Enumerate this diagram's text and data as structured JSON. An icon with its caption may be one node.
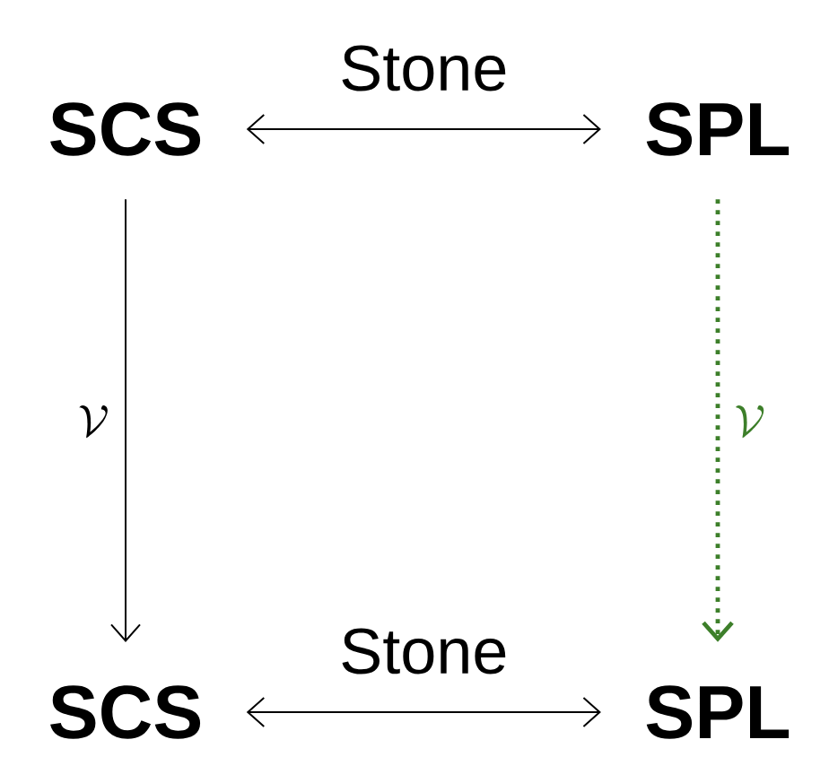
{
  "diagram": {
    "nodes": [
      {
        "text": [
          "SCS"
        ]
      },
      {
        "text": [
          "SPL"
        ]
      },
      {
        "text": [
          "SCS"
        ]
      },
      {
        "text": [
          "SPL"
        ]
      }
    ],
    "edges": [
      {
        "from": 0,
        "to": 1,
        "arrow": "both",
        "label": "Stone"
      },
      {
        "from": 2,
        "to": 3,
        "arrow": "both",
        "label": "Stone"
      },
      {
        "from": 0,
        "to": 2,
        "arrow": "to",
        "label": "\\mathcal{V}"
      },
      {
        "from": 1,
        "to": 3,
        "arrow": "to",
        "label": "\\mathcal{V}",
        "style": "dashed",
        "color": "#3d7f2a"
      }
    ]
  }
}
